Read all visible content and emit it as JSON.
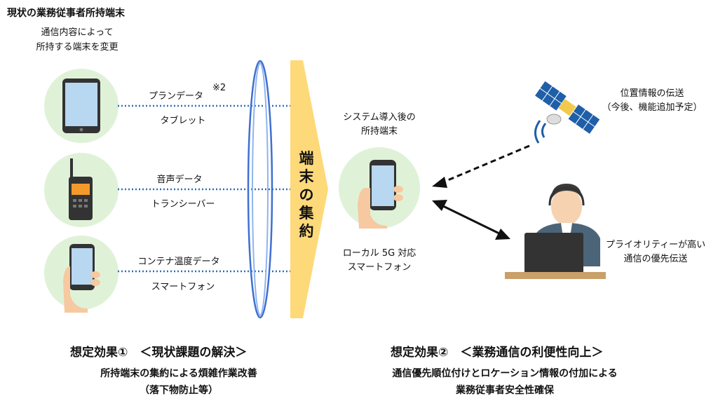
{
  "current": {
    "title": "現状の業務従事者所持端末",
    "subtitle_lines": [
      "通信内容によって",
      "所持する端末を変更"
    ]
  },
  "devices": [
    {
      "data": "プランデータ",
      "note": "※2",
      "device": "タブレット"
    },
    {
      "data": "音声データ",
      "device": "トランシーバー"
    },
    {
      "data": "コンテナ温度データ",
      "device": "スマートフォン"
    }
  ],
  "aggregation": {
    "chars": [
      "端",
      "末",
      "の",
      "集",
      "約"
    ]
  },
  "after": {
    "top_lines": [
      "システム導入後の",
      "所持端末"
    ],
    "bottom_lines": [
      "ローカル 5G 対応",
      "スマートフォン"
    ]
  },
  "satellite": {
    "lines": [
      "位置情報の伝送",
      "（今後、機能追加予定）"
    ]
  },
  "operator": {
    "lines": [
      "プライオリティーが高い",
      "通信の優先伝送"
    ]
  },
  "effect1": {
    "title": "想定効果①　＜現状課題の解決＞",
    "lines": [
      "所持端末の集約による煩雑作業改善",
      "（落下物防止等）"
    ]
  },
  "effect2": {
    "title": "想定効果②　＜業務通信の利便性向上＞",
    "lines": [
      "通信優先順位付けとロケーション情報の付加による",
      "業務従事者安全性確保"
    ]
  },
  "colors": {
    "circle": "#dff2d8",
    "dotted_line": "#2f6db5",
    "arrow": "#fdd97a",
    "ellipse": "#3f6fd0",
    "device_blue": "#b8d7f0",
    "radio_orange": "#f39a2b",
    "desk": "#c9a06a"
  }
}
